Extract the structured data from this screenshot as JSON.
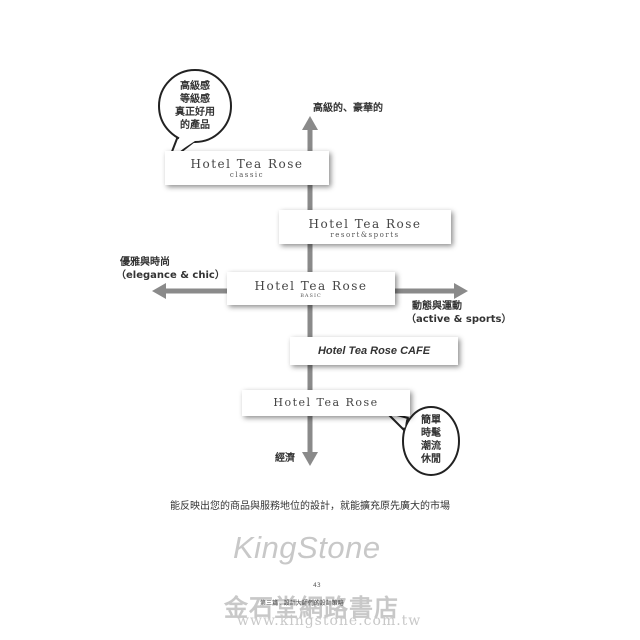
{
  "axes": {
    "top_label": "高級的、豪華的",
    "bottom_label": "經濟",
    "left_label_zh": "優雅與時尚",
    "left_label_en": "（elegance & chic）",
    "right_label_zh": "動態與運動",
    "right_label_en": "（active & sports）"
  },
  "bubbles": {
    "top": [
      "高級感",
      "等級感",
      "真正好用",
      "的產品"
    ],
    "bottom": [
      "簡單",
      "時髦",
      "潮流",
      "休閒"
    ]
  },
  "cards": [
    {
      "main": "Hotel Tea Rose",
      "sub": "classic"
    },
    {
      "main": "Hotel Tea Rose",
      "sub": "resort&sports"
    },
    {
      "main": "Hotel Tea Rose",
      "sub": "BASIC"
    },
    {
      "main": "Hotel Tea Rose CAFE",
      "sub": ""
    },
    {
      "main": "Hotel Tea Rose",
      "sub": ""
    }
  ],
  "caption": "能反映出您的商品與服務地位的設計，就能擴充原先廣大的市場",
  "watermark": {
    "brand": "KingStone",
    "page_number": "43",
    "chapter": "第三篇  .  設計大師們的設計策略",
    "store_name": "金石堂網路書店",
    "url": "www.kingstone.com.tw"
  },
  "colors": {
    "axis": "#8a8a8a",
    "text": "#333333",
    "card_text": "#444444",
    "watermark": "#c8c8c8"
  }
}
